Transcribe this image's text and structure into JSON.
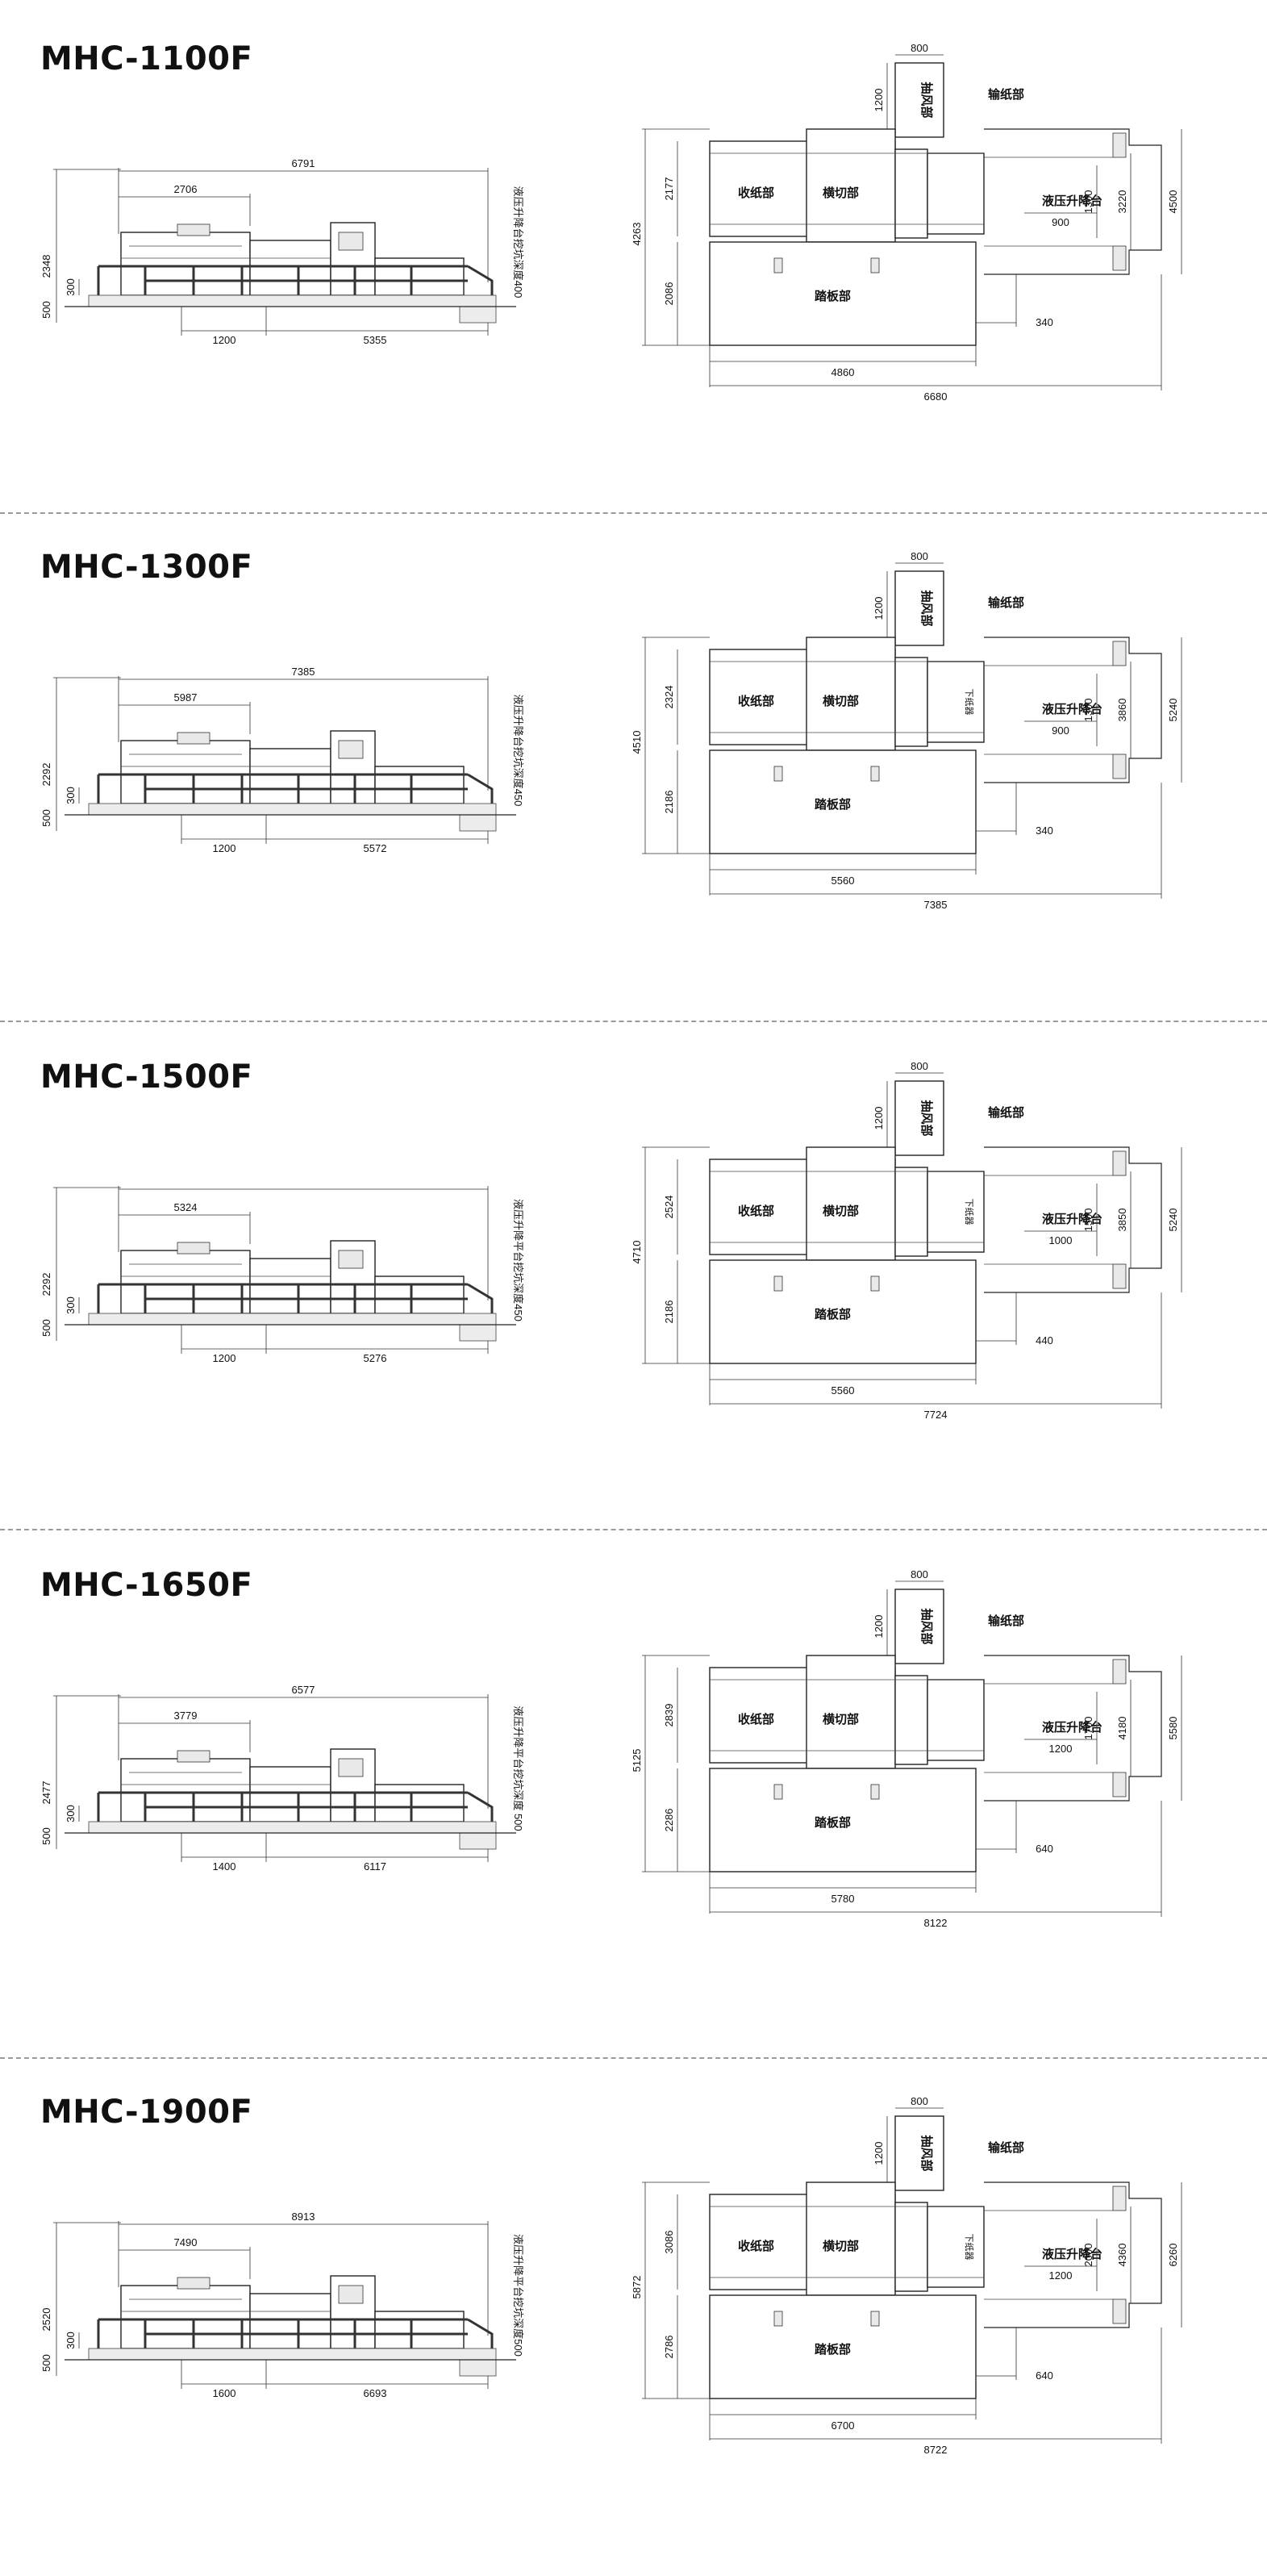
{
  "models": [
    {
      "name": "MHC-1100F",
      "side": {
        "overall": "6791",
        "inner": "2706",
        "height": "2348",
        "step": "300",
        "base": "500",
        "bottom_left": "1200",
        "bottom_right": "5355",
        "note": "液压升降台挖坑深度400"
      },
      "top": {
        "fan_w": "800",
        "fan_h": "1200",
        "fan_label": "抽风部",
        "feeder": "输纸部",
        "delivery": "收纸部",
        "cutter": "横切部",
        "platform": "踏板部",
        "lift_label": "液压升降台",
        "lift_w": "900",
        "r1": "1300",
        "r2": "3220",
        "r3": "4500",
        "upper": "2177",
        "lower": "2086",
        "total": "4263",
        "offset": "340",
        "len_inner": "4860",
        "len_total": "6680"
      }
    },
    {
      "name": "MHC-1300F",
      "side": {
        "overall": "7385",
        "inner": "5987",
        "height": "2292",
        "step": "300",
        "base": "500",
        "bottom_left": "1200",
        "bottom_right": "5572",
        "note": "液压升降台挖坑深度450"
      },
      "top": {
        "fan_w": "800",
        "fan_h": "1200",
        "fan_label": "抽风部",
        "feeder": "输纸部",
        "delivery": "收纸部",
        "cutter": "横切部",
        "platform": "踏板部",
        "lift_label": "液压升降台",
        "lift_w": "900",
        "aux_label": "下纸器",
        "r1": "1300",
        "r2": "3860",
        "r3": "5240",
        "upper": "2324",
        "lower": "2186",
        "total": "4510",
        "offset": "340",
        "len_inner": "5560",
        "len_total": "7385"
      }
    },
    {
      "name": "MHC-1500F",
      "side": {
        "overall": "",
        "inner": "5324",
        "height": "2292",
        "step": "300",
        "base": "500",
        "bottom_left": "1200",
        "bottom_right": "5276",
        "note": "液压升降平台挖坑深度450"
      },
      "top": {
        "fan_w": "800",
        "fan_h": "1200",
        "fan_label": "抽风部",
        "feeder": "输纸部",
        "delivery": "收纸部",
        "cutter": "横切部",
        "platform": "踏板部",
        "lift_label": "液压升降台",
        "lift_w": "1000",
        "aux_label": "下纸器",
        "r1": "1500",
        "r2": "3850",
        "r3": "5240",
        "upper": "2524",
        "lower": "2186",
        "total": "4710",
        "offset": "440",
        "len_inner": "5560",
        "len_total": "7724"
      }
    },
    {
      "name": "MHC-1650F",
      "side": {
        "overall": "6577",
        "inner": "3779",
        "height": "2477",
        "step": "300",
        "base": "500",
        "bottom_left": "1400",
        "bottom_right": "6117",
        "note": "液压升降平台挖坑深度 500"
      },
      "top": {
        "fan_w": "800",
        "fan_h": "1200",
        "fan_label": "抽风部",
        "feeder": "输纸部",
        "delivery": "收纸部",
        "cutter": "横切部",
        "platform": "踏板部",
        "lift_label": "液压升降台",
        "lift_w": "1200",
        "r1": "1700",
        "r2": "4180",
        "r3": "5580",
        "upper": "2839",
        "lower": "2286",
        "total": "5125",
        "offset": "640",
        "len_inner": "5780",
        "len_total": "8122"
      }
    },
    {
      "name": "MHC-1900F",
      "side": {
        "overall": "8913",
        "inner": "7490",
        "height": "2520",
        "step": "300",
        "base": "500",
        "bottom_left": "1600",
        "bottom_right": "6693",
        "note": "液压升降平台挖坑深度500"
      },
      "top": {
        "fan_w": "800",
        "fan_h": "1200",
        "fan_label": "抽风部",
        "feeder": "输纸部",
        "delivery": "收纸部",
        "cutter": "横切部",
        "platform": "踏板部",
        "lift_label": "液压升降台",
        "lift_w": "1200",
        "aux_label": "下纸器",
        "r1": "2000",
        "r2": "4360",
        "r3": "6260",
        "upper": "3086",
        "lower": "2786",
        "total": "5872",
        "offset": "640",
        "len_inner": "6700",
        "len_total": "8722"
      }
    }
  ],
  "colors": {
    "line": "#222222",
    "divider": "#9a9a9a",
    "fill": "#e9e9e9"
  }
}
